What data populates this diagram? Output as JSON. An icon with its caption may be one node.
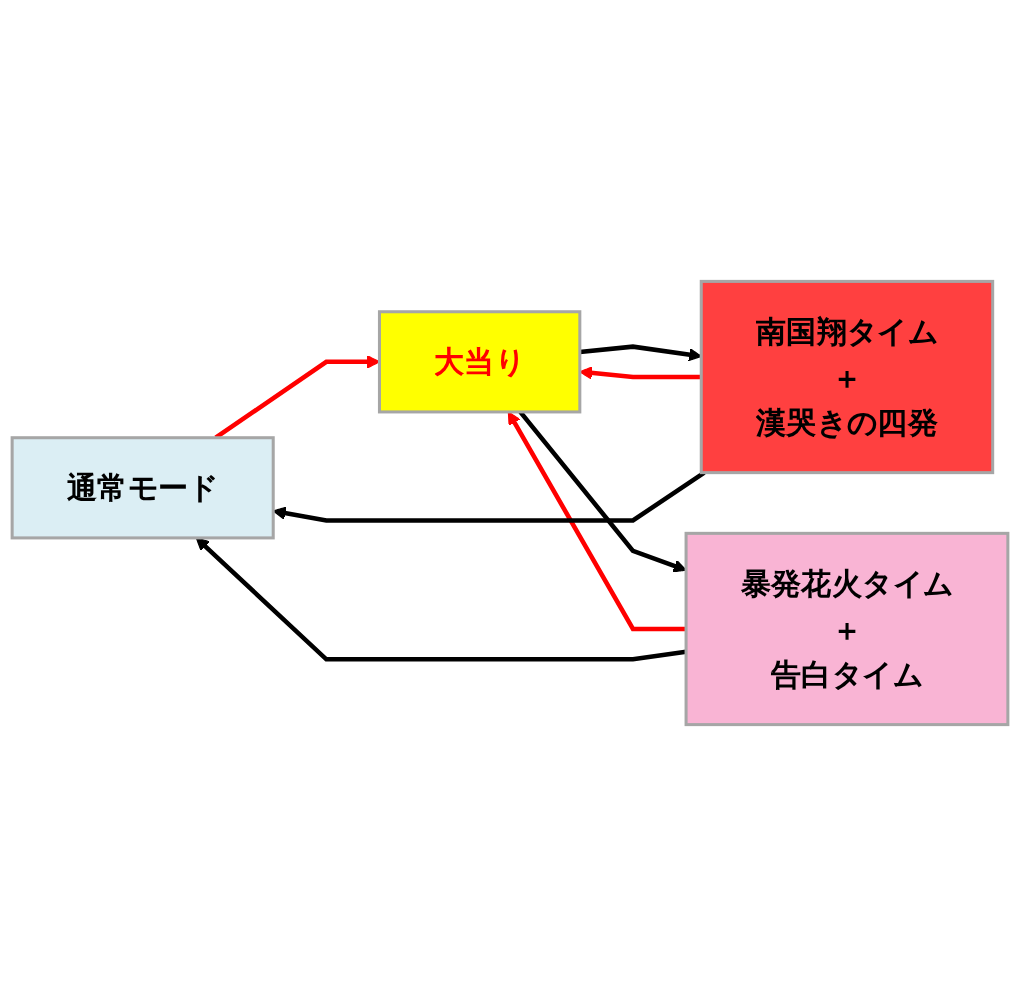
{
  "diagram": {
    "nodes": [
      {
        "text": [
          "通常モード"
        ]
      },
      {
        "text": [
          "大当り"
        ]
      },
      {
        "text": [
          "暴発花火タイム",
          "＋",
          "告白タイム"
        ]
      },
      {
        "text": [
          "南国翔タイム",
          "＋",
          "漢哭きの四発"
        ]
      }
    ],
    "edges": [
      {
        "from": 1,
        "to": 3,
        "arrow": "to"
      },
      {
        "from": 3,
        "to": 1,
        "arrow": "to",
        "color": "#ff0000"
      },
      {
        "from": 0,
        "to": 1,
        "arrow": "to",
        "color": "#ff0000"
      },
      {
        "from": 1,
        "to": 2,
        "arrow": "to"
      },
      {
        "from": 2,
        "to": 1,
        "arrow": "to",
        "color": "#ff0000"
      },
      {
        "from": 2,
        "to": 0,
        "arrow": "to"
      },
      {
        "from": 3,
        "to": 0,
        "arrow": "to"
      }
    ]
  }
}
